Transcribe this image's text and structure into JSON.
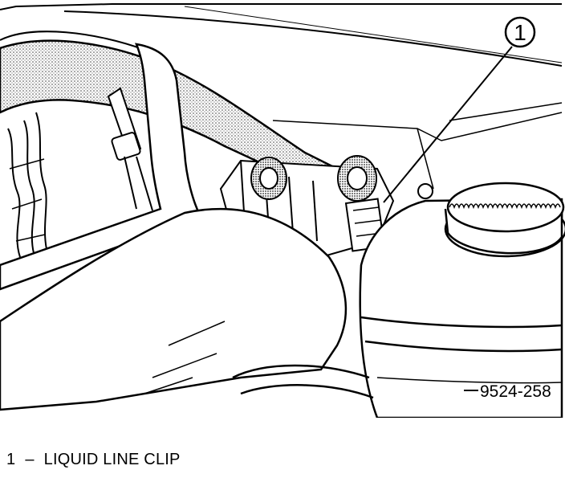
{
  "callout": {
    "number": "1"
  },
  "figure_id": "9524-258",
  "legend": {
    "items": [
      {
        "number": "1",
        "separator": "–",
        "label": "LIQUID LINE CLIP"
      }
    ]
  }
}
